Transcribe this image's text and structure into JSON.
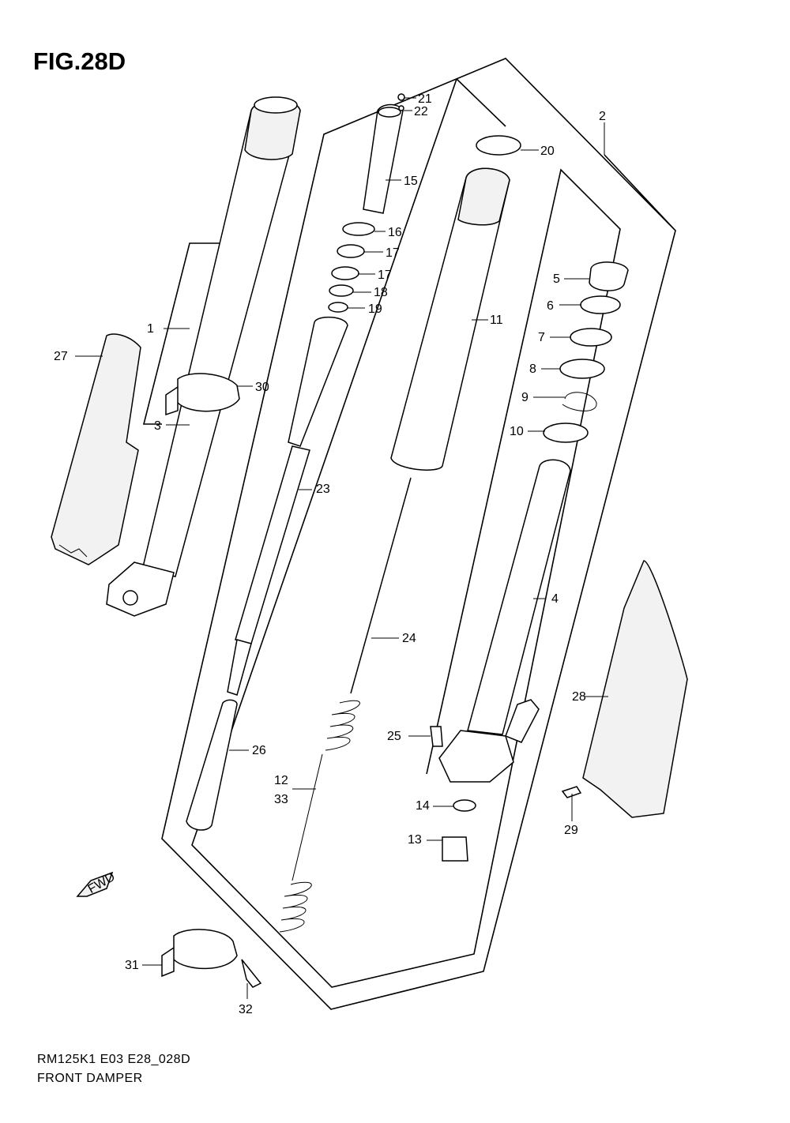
{
  "figure_title": "FIG.28D",
  "footer_code": "RM125K1 E03 E28_028D",
  "footer_title": "FRONT DAMPER",
  "fwd_label": "FWD",
  "callouts": {
    "c1": "1",
    "c2": "2",
    "c3": "3",
    "c4": "4",
    "c5": "5",
    "c6": "6",
    "c7": "7",
    "c8": "8",
    "c9": "9",
    "c10": "10",
    "c11": "11",
    "c12": "12",
    "c13": "13",
    "c14": "14",
    "c15": "15",
    "c16": "16",
    "c17a": "17",
    "c17b": "17",
    "c18": "18",
    "c19": "19",
    "c20": "20",
    "c21": "21",
    "c22": "22",
    "c23": "23",
    "c24": "24",
    "c25": "25",
    "c26": "26",
    "c27": "27",
    "c28": "28",
    "c29": "29",
    "c30": "30",
    "c31": "31",
    "c32": "32",
    "c33": "33"
  }
}
